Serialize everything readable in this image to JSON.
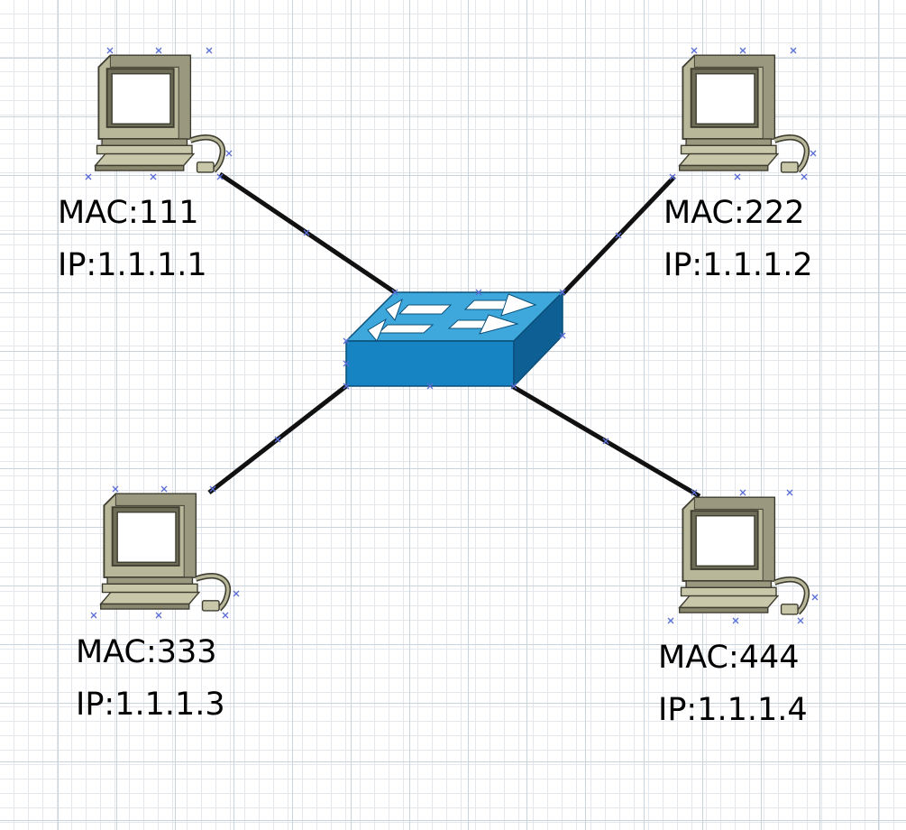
{
  "colors": {
    "link": "#111111",
    "switch_top": "#3ea8dc",
    "switch_front": "#1684c2",
    "switch_side": "#0d5f94",
    "pc_body": "#b8b79a",
    "pc_shadow": "#6e6d58",
    "selection_marker": "#5b6fd6"
  },
  "hosts": [
    {
      "id": "pc1",
      "mac": "MAC:111",
      "ip": "IP:1.1.1.1"
    },
    {
      "id": "pc2",
      "mac": "MAC:222",
      "ip": "IP:1.1.1.2"
    },
    {
      "id": "pc3",
      "mac": "MAC:333",
      "ip": "IP:1.1.1.3"
    },
    {
      "id": "pc4",
      "mac": "MAC:444",
      "ip": "IP:1.1.1.4"
    }
  ],
  "switch": {
    "icon": "network-switch-icon"
  }
}
